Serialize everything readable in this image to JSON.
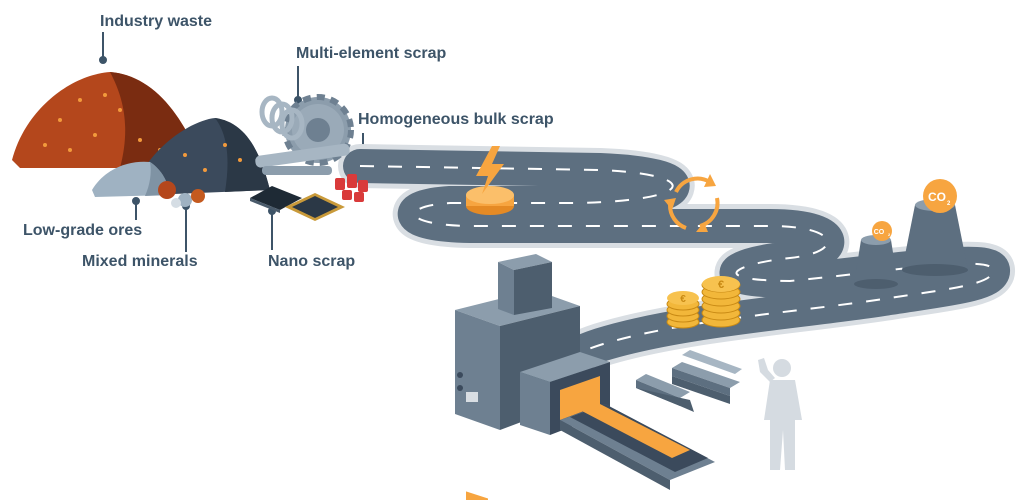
{
  "labels": {
    "industry_waste": "Industry waste",
    "multi_element_scrap": "Multi-element scrap",
    "homogeneous_bulk_scrap": "Homogeneous bulk scrap",
    "low_grade_ores": "Low-grade ores",
    "mixed_minerals": "Mixed minerals",
    "nano_scrap": "Nano scrap"
  },
  "icons": {
    "energy": "lightning-bolt-icon",
    "recycle": "circular-arrows-icon",
    "money": "euro-coin-stack-icon",
    "emissions": "co2-stack-icon"
  },
  "co2": {
    "big": "CO",
    "small": "CO",
    "sub": "2"
  },
  "coin_symbol": "€",
  "colors": {
    "label_text": "#3d5468",
    "accent_orange": "#f7a540",
    "road": "#5d6f80",
    "machine": "#6e8091",
    "rust": "#b4471c",
    "slate": "#3b4a5c"
  }
}
